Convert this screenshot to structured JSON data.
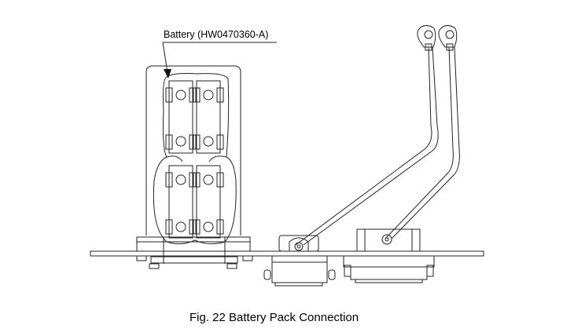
{
  "figure": {
    "number_label": "Fig. 22",
    "title": "Battery Pack Connection",
    "caption": "Fig. 22  Battery Pack Connection"
  },
  "callouts": {
    "battery": "Battery (HW0470360-A)"
  },
  "components": [
    {
      "name": "battery-pack",
      "cells": 4
    },
    {
      "name": "mounting-bracket"
    },
    {
      "name": "circuit-board"
    },
    {
      "name": "connector-left"
    },
    {
      "name": "connector-right"
    },
    {
      "name": "ring-terminal-cables",
      "count": 2
    }
  ]
}
